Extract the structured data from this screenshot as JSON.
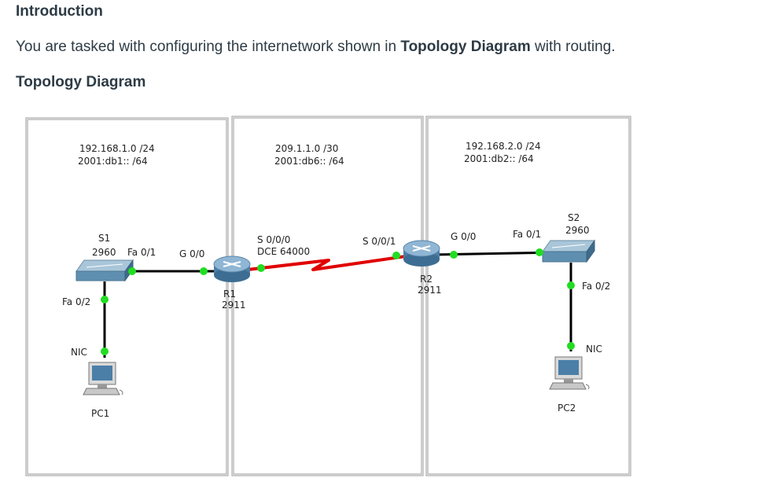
{
  "intro": {
    "title": "Introduction",
    "text_before": "You are tasked with configuring the internetwork shown in ",
    "text_bold": "Topology Diagram",
    "text_after": " with routing."
  },
  "topology": {
    "title": "Topology Diagram",
    "networks": {
      "lan1": {
        "ipv4": "192.168.1.0 /24",
        "ipv6": "2001:db1:: /64"
      },
      "wan": {
        "ipv4": "209.1.1.0 /30",
        "ipv6": "2001:db6:: /64"
      },
      "lan2": {
        "ipv4": "192.168.2.0 /24",
        "ipv6": "2001:db2:: /64"
      }
    },
    "devices": {
      "s1": {
        "name": "S1",
        "model": "2960"
      },
      "r1": {
        "name": "R1",
        "model": "2911"
      },
      "r2": {
        "name": "R2",
        "model": "2911"
      },
      "s2": {
        "name": "S2",
        "model": "2960"
      },
      "pc1": {
        "name": "PC1"
      },
      "pc2": {
        "name": "PC2"
      }
    },
    "interfaces": {
      "s1_fa01": "Fa 0/1",
      "r1_g00": "G 0/0",
      "s1_fa02": "Fa 0/2",
      "pc1_nic": "NIC",
      "r1_s000": "S 0/0/0",
      "r1_dce": "DCE 64000",
      "r2_s001": "S 0/0/1",
      "r2_g00": "G 0/0",
      "s2_fa01": "Fa 0/1",
      "s2_fa02": "Fa 0/2",
      "pc2_nic": "NIC"
    },
    "colors": {
      "ethernet": "#000000",
      "serial": "#e00000",
      "port_up": "#22dd22"
    }
  }
}
